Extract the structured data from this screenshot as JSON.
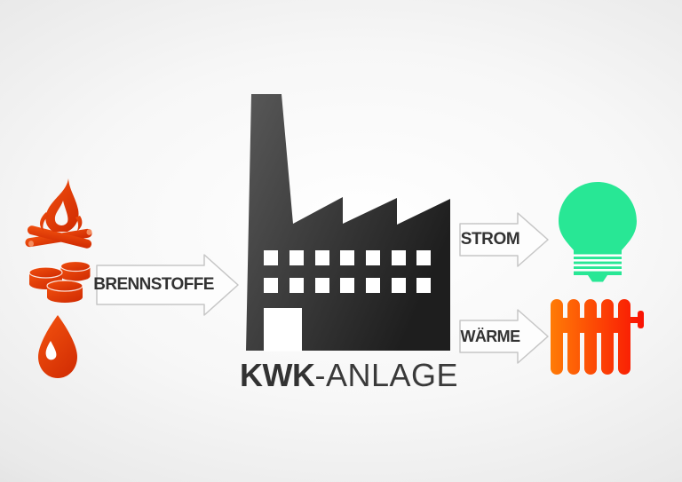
{
  "labels": {
    "input_arrow": "BRENNSTOFFE",
    "output_top_arrow": "STROM",
    "output_bottom_arrow": "WÄRME",
    "plant_bold": "KWK",
    "plant_rest": "-ANLAGE"
  },
  "icons": {
    "inputs": [
      "campfire-icon",
      "coal-briquettes-icon",
      "oil-drop-icon"
    ],
    "plant": "factory-icon",
    "outputs": [
      "lightbulb-icon",
      "radiator-icon"
    ]
  },
  "colors": {
    "fuel_red_light": "#f1500e",
    "fuel_red_dark": "#d12c03",
    "fuel_highlight": "#f58d5f",
    "factory_light": "#585858",
    "factory_dark": "#1e1e1e",
    "bulb_green": "#28e795",
    "radiator_orange": "#ff7d06",
    "radiator_red": "#f91104",
    "arrow_outline": "#c6c6c6",
    "arrow_fill": "#fdfdfd",
    "window_white": "#ffffff",
    "label_text": "#333333",
    "title_text": "#323232"
  }
}
